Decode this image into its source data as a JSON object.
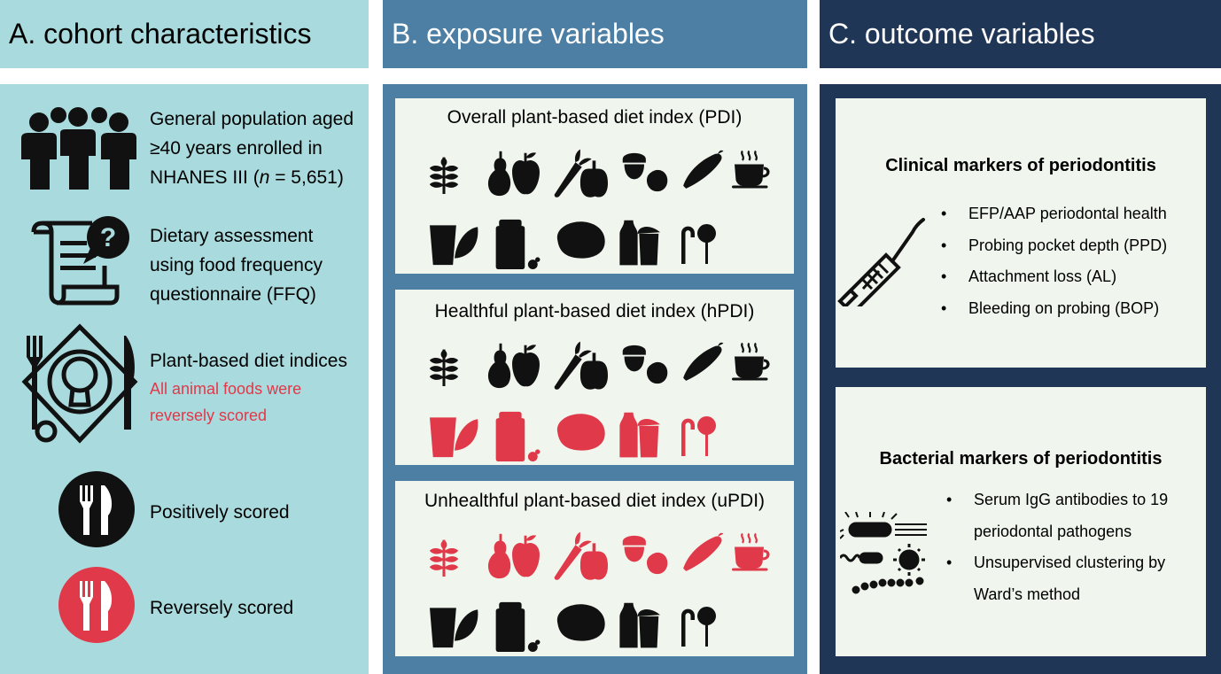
{
  "colors": {
    "panel_a": "#a9dadd",
    "panel_b": "#4c7fa3",
    "panel_c": "#1f3656",
    "card": "#f0f6ee",
    "red": "#e0394a",
    "dark": "#111111"
  },
  "panel_a": {
    "title": "A. cohort characteristics",
    "item1": {
      "line1": "General population aged",
      "line2": "≥40 years enrolled in",
      "line3_pre": "NHANES III (",
      "line3_n": "n",
      "line3_post": " = 5,651)",
      "icon": "people-group-icon"
    },
    "item2": {
      "line1": "Dietary assessment",
      "line2": "using food frequency",
      "line3": "questionnaire (FFQ)",
      "icon": "questionnaire-scroll-icon"
    },
    "item3": {
      "line1": "Plant-based diet indices",
      "line2": "All animal foods were",
      "line3": "reversely  scored",
      "icon": "plate-cutlery-icon"
    },
    "item4": {
      "label": "Positively scored",
      "icon": "positive-cutlery-icon"
    },
    "item5": {
      "label": "Reversely scored",
      "icon": "reverse-cutlery-icon"
    }
  },
  "panel_b": {
    "title": "B. exposure variables",
    "cards": [
      {
        "title": "Overall plant-based diet index (PDI)"
      },
      {
        "title": "Healthful plant-based diet index (hPDI)"
      },
      {
        "title": "Unhealthful plant-based diet index (uPDI)"
      }
    ],
    "food_icons": [
      "grain-icon",
      "fruit-icon",
      "vegetable-icon",
      "nut-icon",
      "legume-icon",
      "tea-coffee-icon",
      "juice-icon",
      "refined-grain-icon",
      "potato-icon",
      "sweet-drink-icon",
      "sweets-icon"
    ]
  },
  "panel_c": {
    "title": "C. outcome variables",
    "clinical": {
      "title": "Clinical markers of periodontitis",
      "items": [
        "EFP/AAP periodontal health",
        "Probing pocket depth (PPD)",
        "Attachment loss (AL)",
        "Bleeding on probing (BOP)"
      ],
      "icon": "dental-probe-icon"
    },
    "bacterial": {
      "title": "Bacterial markers of periodontitis",
      "items": [
        "Serum IgG antibodies to 19",
        "periodontal pathogens",
        "Unsupervised clustering by",
        "Ward’s method"
      ],
      "icon": "bacteria-icon"
    }
  }
}
